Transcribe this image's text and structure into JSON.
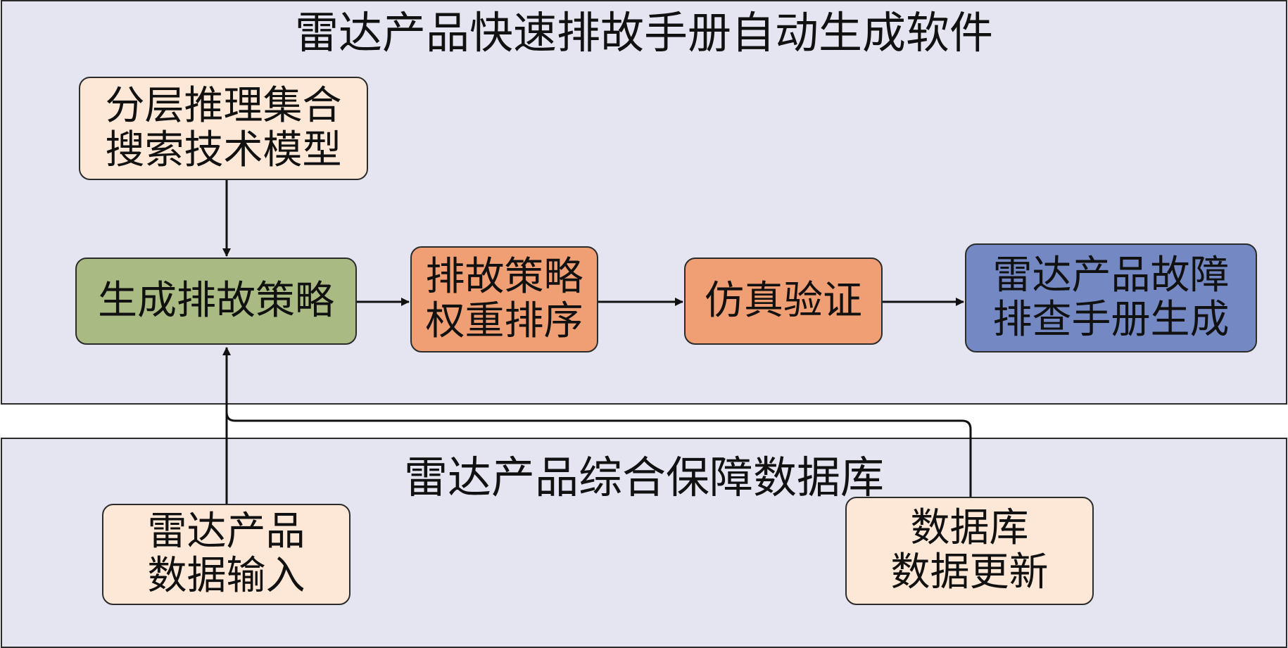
{
  "software_panel": {
    "title": "雷达产品快速排故手册自动生成软件"
  },
  "database_panel": {
    "title": "雷达产品综合保障数据库"
  },
  "nodes": {
    "model": {
      "lines": [
        "分层推理集合",
        "搜索技术模型"
      ]
    },
    "generate_strategy": {
      "lines": [
        "生成排故策略"
      ]
    },
    "weight_sort": {
      "lines": [
        "排故策略",
        "权重排序"
      ]
    },
    "simulation": {
      "lines": [
        "仿真验证"
      ]
    },
    "manual_output": {
      "lines": [
        "雷达产品故障",
        "排查手册生成"
      ]
    },
    "data_input": {
      "lines": [
        "雷达产品",
        "数据输入"
      ]
    },
    "db_update": {
      "lines": [
        "数据库",
        "数据更新"
      ]
    }
  },
  "colors": {
    "panel_bg": "#e4e5f0",
    "peach": "#fde7d6",
    "green": "#a9bb82",
    "orange": "#ef9f73",
    "blue": "#7489c3"
  }
}
